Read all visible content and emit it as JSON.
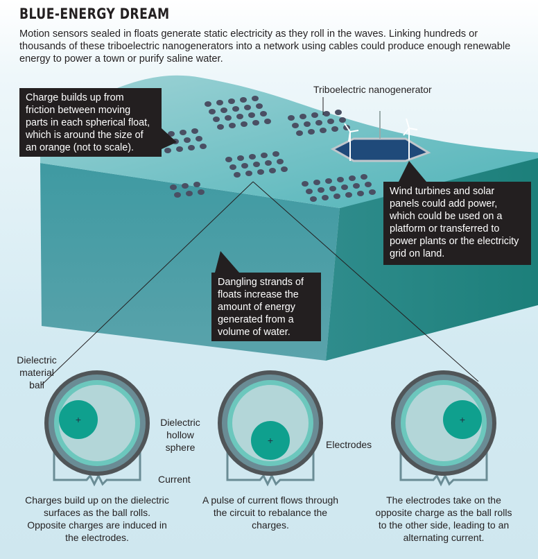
{
  "title": "BLUE-ENERGY DREAM",
  "intro": "Motion sensors sealed in floats generate static electricity as they roll in the waves. Linking hundreds or thousands of these triboelectric nanogenerators into a network using cables could produce enough renewable energy to power a town or purify saline water.",
  "callouts": {
    "charge": "Charge builds up from friction between moving parts in each spherical float, which is around the size of an orange (not to scale).",
    "wind": "Wind turbines and solar panels could add power, which could be used on a platform or transferred to power plants or the electricity grid on land.",
    "strands": "Dangling strands of floats increase the amount of energy generated from a volume of water."
  },
  "labels": {
    "nanogenerator": "Triboelectric nanogenerator",
    "ball": "Dielectric material ball",
    "sphere": "Dielectric hollow sphere",
    "current": "Current",
    "electrodes": "Electrodes"
  },
  "captions": [
    "Charges build up on the dielectric surfaces as the ball rolls. Opposite charges are induced in the electrodes.",
    "A pulse of current flows through the circuit to rebalance the charges.",
    "The electrodes take on the opposite charge as the ball rolls to the other side, leading to an alternating current."
  ],
  "colors": {
    "teal": "#0fa08e",
    "water": "#5aa9b0",
    "callout": "#231f20",
    "electrode": "#6a8c95"
  }
}
